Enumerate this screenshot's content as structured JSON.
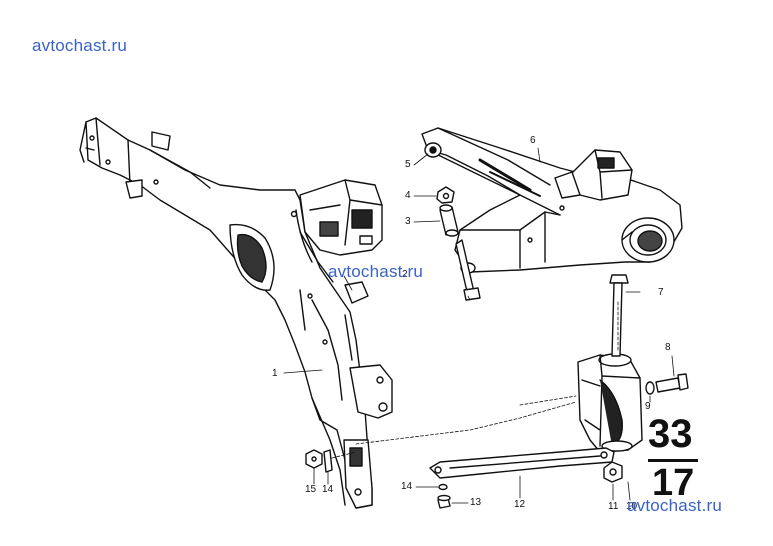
{
  "watermark": {
    "text": "avtochast.ru",
    "color": "#3a63c8"
  },
  "diagram": {
    "group_code_top": "33",
    "group_code_bottom": "17",
    "callouts": [
      "1",
      "2",
      "3",
      "4",
      "5",
      "6",
      "7",
      "8",
      "9",
      "10",
      "11",
      "12",
      "13",
      "14",
      "14",
      "15"
    ]
  }
}
